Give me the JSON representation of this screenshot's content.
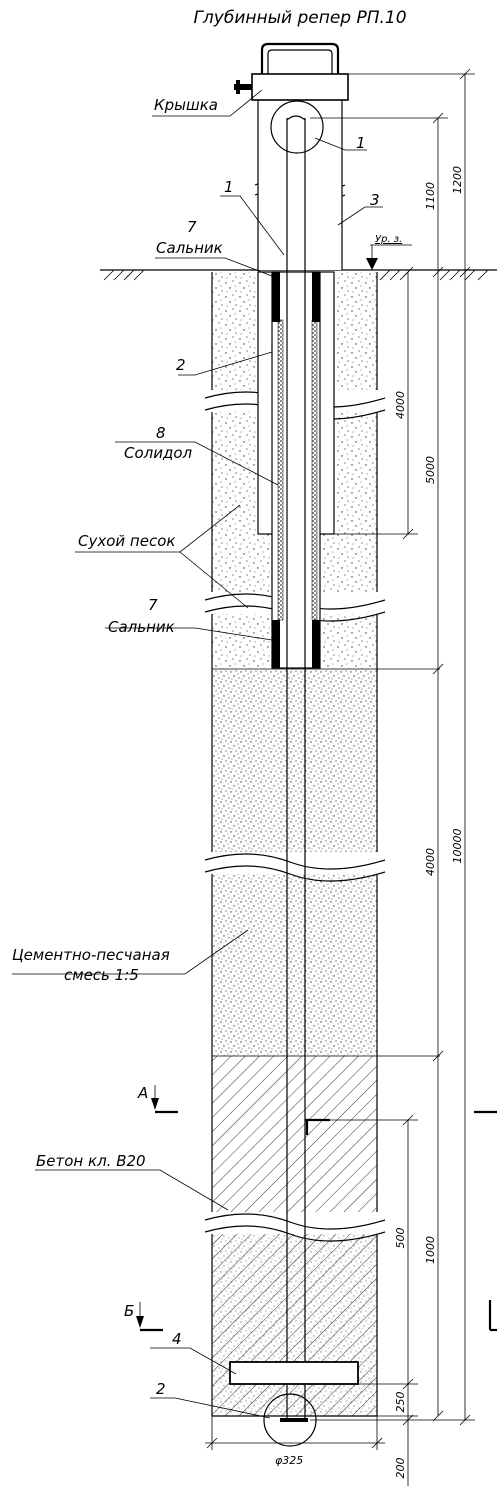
{
  "title": "Глубинный репер РП.10",
  "labels": {
    "cap": "Крышка",
    "callout_1a": "1",
    "callout_1b": "1",
    "callout_3": "3",
    "callout_7a": "7",
    "gland_a": "Сальник",
    "ground_level": "Ур. з.",
    "callout_2a": "2",
    "callout_8": "8",
    "grease": "Солидол",
    "dry_sand": "Сухой песок",
    "callout_7b": "7",
    "gland_b": "Сальник",
    "cement_mix_line1": "Цементно-песчаная",
    "cement_mix_line2": "смесь 1:5",
    "section_a": "А",
    "concrete": "Бетон кл. B20",
    "section_b": "Б",
    "callout_4": "4",
    "callout_2b": "2",
    "diameter": "φ325"
  },
  "dimensions": {
    "d1200": "1200",
    "d1100": "1100",
    "d4000a": "4000",
    "d5000": "5000",
    "d4000b": "4000",
    "d10000": "10000",
    "d500": "500",
    "d1000": "1000",
    "d250": "250",
    "d200": "200"
  },
  "colors": {
    "ink": "#000000",
    "paper": "#ffffff",
    "sand_dots": "#333333"
  }
}
